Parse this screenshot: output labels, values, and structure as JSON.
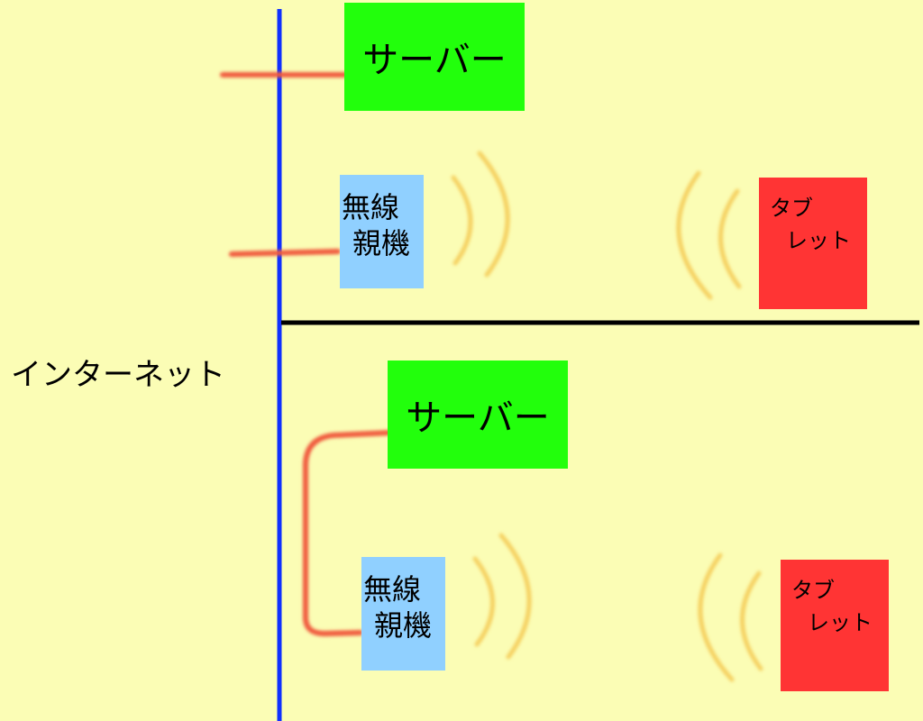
{
  "internet_label": "インターネット",
  "top": {
    "server_label": "サーバー",
    "router_line1": "無線",
    "router_line2": "親機",
    "tablet_line1": "タブ",
    "tablet_line2": "レット"
  },
  "bottom": {
    "server_label": "サーバー",
    "router_line1": "無線",
    "router_line2": "親機",
    "tablet_line1": "タブ",
    "tablet_line2": "レット"
  },
  "colors": {
    "background": "#fbfdb5",
    "internet_line": "#1030ff",
    "cable": "#f05a3c",
    "wifi": "#f5d060",
    "server": "#22ff0c",
    "router": "#90d0ff",
    "tablet": "#ff3434"
  }
}
